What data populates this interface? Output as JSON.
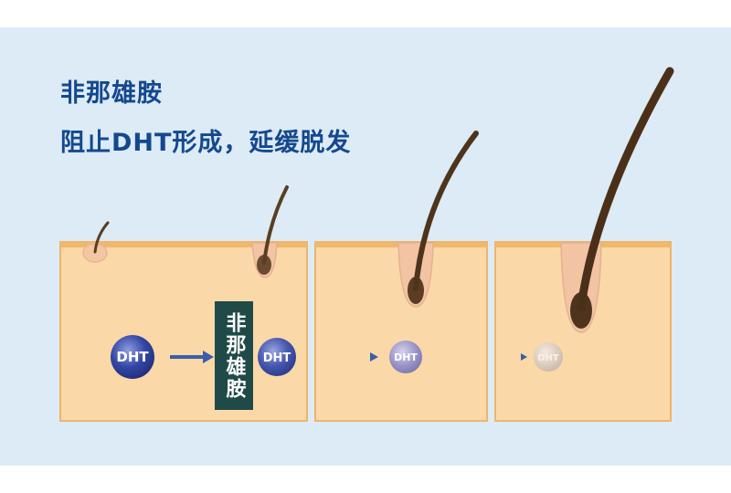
{
  "title": {
    "line1": "非那雄胺",
    "line2": "阻止DHT形成，延缓脱发"
  },
  "drug_label": "非那雄胺",
  "molecules": {
    "m1": "DHT",
    "m2": "DHT",
    "m3": "DHT",
    "m4": "DHT"
  },
  "colors": {
    "title": "#14488e",
    "background": "#dcebf6",
    "skin": "#fbd8a8",
    "skin_border": "#edb56a",
    "hair": "#5a3d22",
    "drug_box": "#1f4a47",
    "molecule_blue": "#2f3f9c",
    "arrow": "#3a5fa8"
  }
}
